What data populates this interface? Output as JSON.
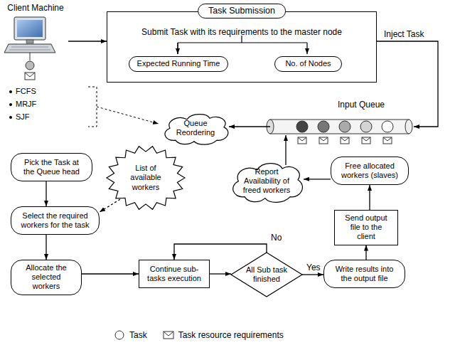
{
  "diagram": {
    "nodes": [
      {
        "text": [
          "Client Machine"
        ]
      },
      {
        "text": [
          "Task Submission",
          "Submit Task with its requirements to the master node"
        ]
      },
      {
        "text": [
          "Expected Running Time"
        ],
        "in": 1
      },
      {
        "text": [
          "No. of Nodes"
        ],
        "in": 1
      },
      {
        "text": [
          "Input Queue"
        ]
      },
      {
        "text": [
          "Queue Reordering"
        ]
      },
      {
        "text": [
          "Pick the Task at the Queue head"
        ]
      },
      {
        "text": [
          "List of available workers"
        ]
      },
      {
        "text": [
          "Report Availability of freed workers"
        ]
      },
      {
        "text": [
          "Free allocated workers (slaves)"
        ]
      },
      {
        "text": [
          "Select the required workers for the task"
        ]
      },
      {
        "text": [
          "Send output file to the client"
        ]
      },
      {
        "text": [
          "Allocate the selected workers"
        ]
      },
      {
        "text": [
          "Continue sub-tasks execution"
        ]
      },
      {
        "text": [
          "All Sub task finished"
        ]
      },
      {
        "text": [
          "Write results into the output file"
        ]
      }
    ],
    "edges": [
      {
        "from": 0,
        "to": 1,
        "arrow": "to"
      },
      {
        "from": 1,
        "to": 4,
        "arrow": "to",
        "label": "Inject Task"
      },
      {
        "from": 4,
        "to": 5,
        "arrow": "to"
      },
      {
        "from": 6,
        "to": 10,
        "arrow": "to"
      },
      {
        "from": 7,
        "to": 10,
        "arrow": "to"
      },
      {
        "from": 10,
        "to": 12,
        "arrow": "to"
      },
      {
        "from": 12,
        "to": 13,
        "arrow": "to"
      },
      {
        "from": 13,
        "to": 14,
        "arrow": "to"
      },
      {
        "from": 14,
        "to": 13,
        "arrow": "to",
        "label": "No"
      },
      {
        "from": 14,
        "to": 15,
        "arrow": "to",
        "label": "Yes"
      },
      {
        "from": 15,
        "to": 11,
        "arrow": "to"
      },
      {
        "from": 11,
        "to": 9,
        "arrow": "to"
      },
      {
        "from": 9,
        "to": 8,
        "arrow": "to"
      },
      {
        "from": 8,
        "to": 4,
        "arrow": "to"
      }
    ],
    "labels": [
      "FCFS",
      "MRJF",
      "SJF"
    ],
    "legend": [
      {
        "text": "Task"
      },
      {
        "text": "Task resource requirements"
      }
    ]
  }
}
